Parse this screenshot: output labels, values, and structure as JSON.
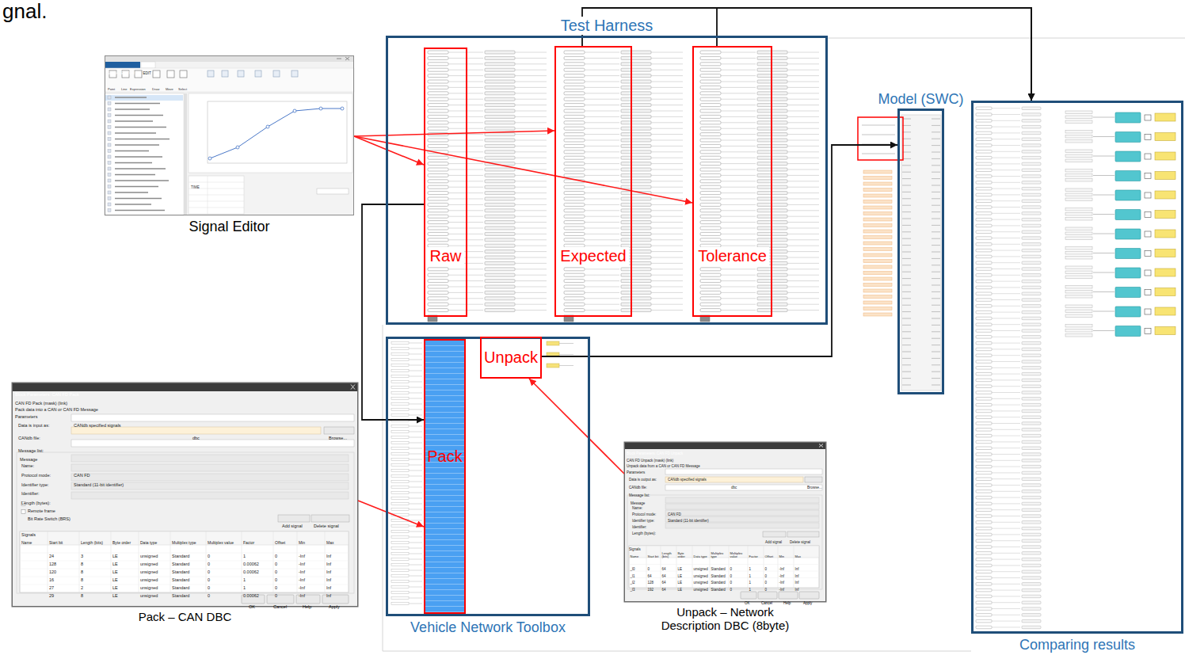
{
  "diagram": {
    "nodes": [
      {
        "text": [
          "Test Harness"
        ]
      },
      {
        "text": [
          "Raw"
        ],
        "in": 0
      },
      {
        "text": [
          "Expected"
        ],
        "in": 0
      },
      {
        "text": [
          "Tolerance"
        ],
        "in": 0
      },
      {
        "text": [
          "Model (SWC)"
        ]
      },
      {
        "text": [
          "Comparing results"
        ]
      },
      {
        "text": [
          "Vehicle Network Toolbox"
        ]
      },
      {
        "text": [
          "Pack"
        ],
        "in": 6
      },
      {
        "text": [
          "Unpack"
        ],
        "in": 6
      },
      {
        "text": [
          "Signal Editor"
        ]
      },
      {
        "text": [
          "Pack – CAN DBC"
        ]
      },
      {
        "text": [
          "Unpack – Network Description DBC (8byte)"
        ]
      }
    ],
    "edges": [
      {
        "from": 9,
        "to": 1,
        "arrow": "to"
      },
      {
        "from": 9,
        "to": 2,
        "arrow": "to"
      },
      {
        "from": 9,
        "to": 3,
        "arrow": "to"
      },
      {
        "from": 1,
        "to": 7,
        "arrow": "to"
      },
      {
        "from": 8,
        "to": 4,
        "arrow": "to"
      },
      {
        "from": 2,
        "to": 5,
        "arrow": "to"
      },
      {
        "from": 3,
        "to": 5,
        "arrow": "to"
      },
      {
        "from": 10,
        "to": 7,
        "arrow": "to"
      },
      {
        "from": 11,
        "to": 8,
        "arrow": "to"
      }
    ],
    "labels": [
      "gnal.",
      "Block Parameters: CAN FD Pack",
      "CAN FD Pack (mask) (link)",
      "Pack data into a CAN or CAN FD Message",
      "Parameters",
      "Data is input as:",
      "CANdb specified signals",
      "CANdb file:",
      "dbc",
      "Browse...",
      "Message list:",
      "Message",
      "Name:",
      "Protocol mode:",
      "CAN FD",
      "Identifier type:",
      "Standard (11-bit identifier)",
      "Identifier:",
      "Length (bytes):",
      "Remote frame",
      "Bit Rate Switch (BRS)",
      "Add signal",
      "Delete signal",
      "Signals",
      "Name",
      "Start bit",
      "Length (bits)",
      "Byte order",
      "Data type",
      "Multiplex type",
      "Multiplex value",
      "Factor",
      "Offset",
      "Min",
      "Max",
      "24",
      "3",
      "LE",
      "unsigned",
      "Standard",
      "0",
      "1",
      "0",
      "-Inf",
      "Inf",
      "128",
      "8",
      "LE",
      "unsigned",
      "Standard",
      "0",
      "0.00062",
      "0",
      "-Inf",
      "Inf",
      "120",
      "8",
      "LE",
      "unsigned",
      "Standard",
      "0",
      "0.00062",
      "0",
      "-Inf",
      "Inf",
      "16",
      "8",
      "LE",
      "unsigned",
      "Standard",
      "0",
      "1",
      "0",
      "-Inf",
      "Inf",
      "27",
      "2",
      "LE",
      "unsigned",
      "Standard",
      "0",
      "1",
      "0",
      "-Inf",
      "Inf",
      "29",
      "8",
      "LE",
      "unsigned",
      "Standard",
      "0",
      "0.00062",
      "0",
      "-Inf",
      "Inf",
      "OK",
      "Cancel",
      "Help",
      "Apply",
      "Block Parameters: CAN FD Unpack",
      "CAN FD Unpack (mask) (link)",
      "Unpack data from a CAN or CAN FD Message",
      "Parameters",
      "Data is output as:",
      "CANdb specified signals",
      "CANdb file:",
      "dbc",
      "Browse...",
      "Message list:",
      "Message",
      "Name:",
      "Protocol mode:",
      "CAN FD",
      "Identifier type:",
      "Standard (11-bit identifier)",
      "Identifier:",
      "Length (bytes):",
      "Add signal",
      "Delete signal",
      "Signals",
      "Name",
      "Start bit",
      "Length (bits)",
      "Byte order",
      "Data type",
      "Multiplex type",
      "Multiplex value",
      "Factor",
      "Offset",
      "Min",
      "Max",
      "_l0",
      "0",
      "64",
      "LE",
      "unsigned",
      "Standard",
      "0",
      "1",
      "0",
      "-Inf",
      "Inf",
      "_l1",
      "64",
      "64",
      "LE",
      "unsigned",
      "Standard",
      "0",
      "1",
      "0",
      "-Inf",
      "Inf",
      "_l2",
      "128",
      "64",
      "LE",
      "unsigned",
      "Standard",
      "0",
      "1",
      "0",
      "-Inf",
      "Inf",
      "_l3",
      "192",
      "64",
      "LE",
      "unsigned",
      "Standard",
      "0",
      "1",
      "0",
      "-Inf",
      "Inf",
      "OK",
      "Cancel",
      "Help",
      "Apply",
      "SIGNAL EDITOR",
      "EDIT",
      "Point",
      "Line",
      "Expression",
      "Draw",
      "Move",
      "Select",
      "TIME"
    ]
  }
}
